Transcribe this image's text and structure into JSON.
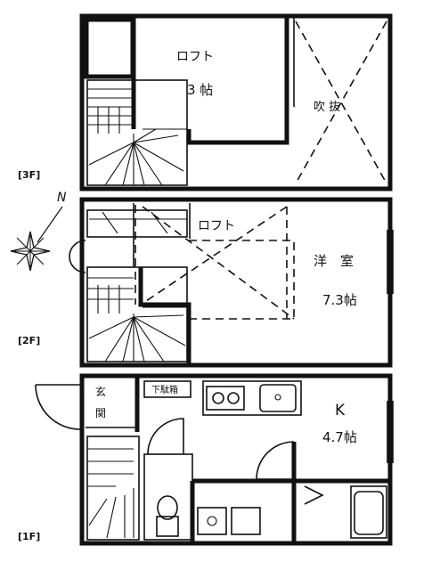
{
  "floors": {
    "f3": {
      "label": "[3F]",
      "loft_label": "ロフト",
      "loft_size": "3 帖",
      "void_label": "吹 抜"
    },
    "f2": {
      "label": "[2F]",
      "loft_label": "ロフト",
      "room_label": "洋　室",
      "room_size": "7.3帖"
    },
    "f1": {
      "label": "[1F]",
      "entrance_label": "玄\n関",
      "shoe_box_label": "下駄箱",
      "kitchen_label": "K",
      "kitchen_size": "4.7帖"
    }
  },
  "compass": {
    "north_label": "N"
  }
}
